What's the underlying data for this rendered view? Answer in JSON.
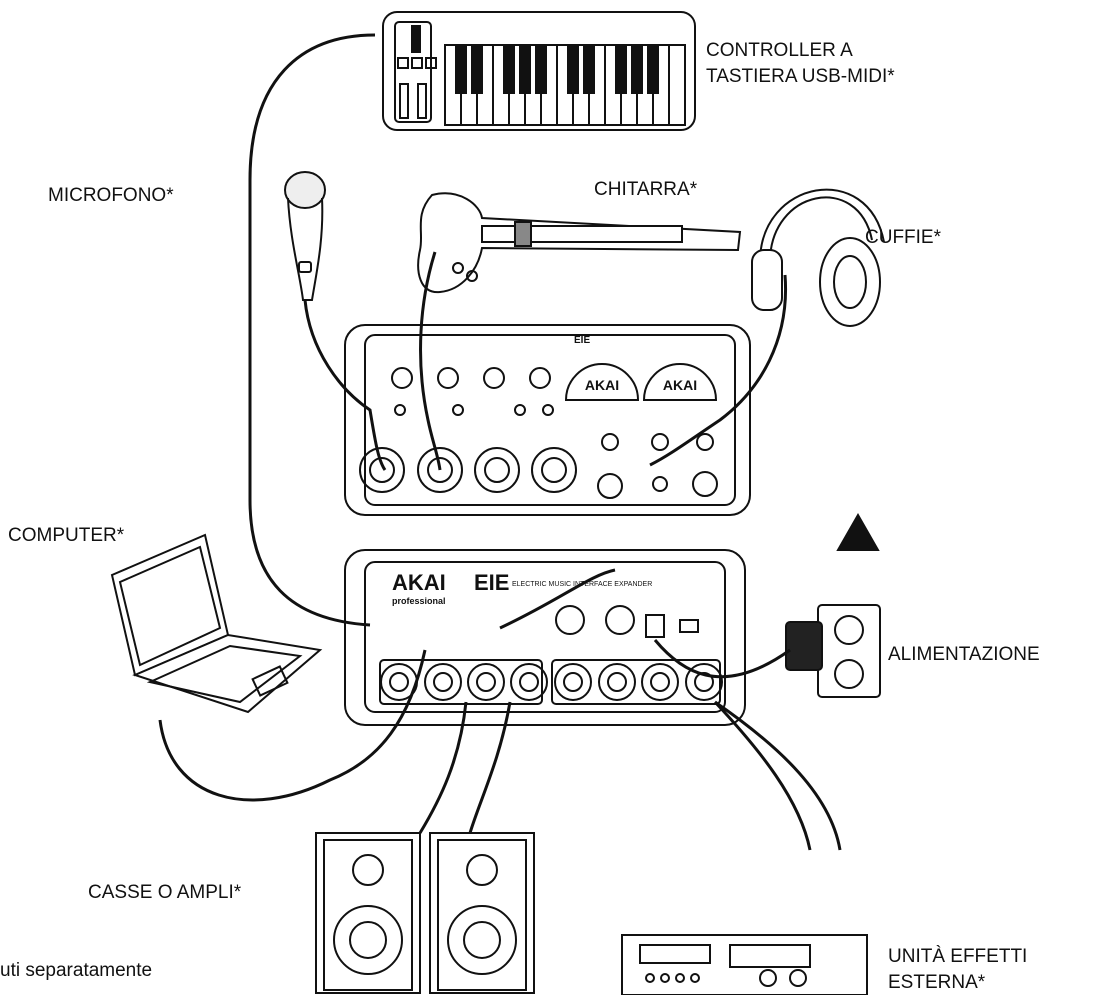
{
  "labels": {
    "keyboard": {
      "line1": "CONTROLLER A",
      "line2": "TASTIERA USB-MIDI*"
    },
    "microphone": "MICROFONO*",
    "guitar": "CHITARRA*",
    "headphones": "CUFFIE*",
    "computer": "COMPUTER*",
    "power": "ALIMENTAZIONE",
    "speakers": "CASSE O AMPLI*",
    "effects": {
      "line1": "UNITÀ EFFETTI",
      "line2": "ESTERNA*"
    },
    "footnote": "uti separatamente"
  },
  "device": {
    "brand": "AKAI",
    "brand_sub": "professional",
    "model": "EIE",
    "tagline": "ELECTRIC MUSIC INTERFACE EXPANDER"
  },
  "colors": {
    "line": "#111111",
    "background": "#ffffff"
  }
}
